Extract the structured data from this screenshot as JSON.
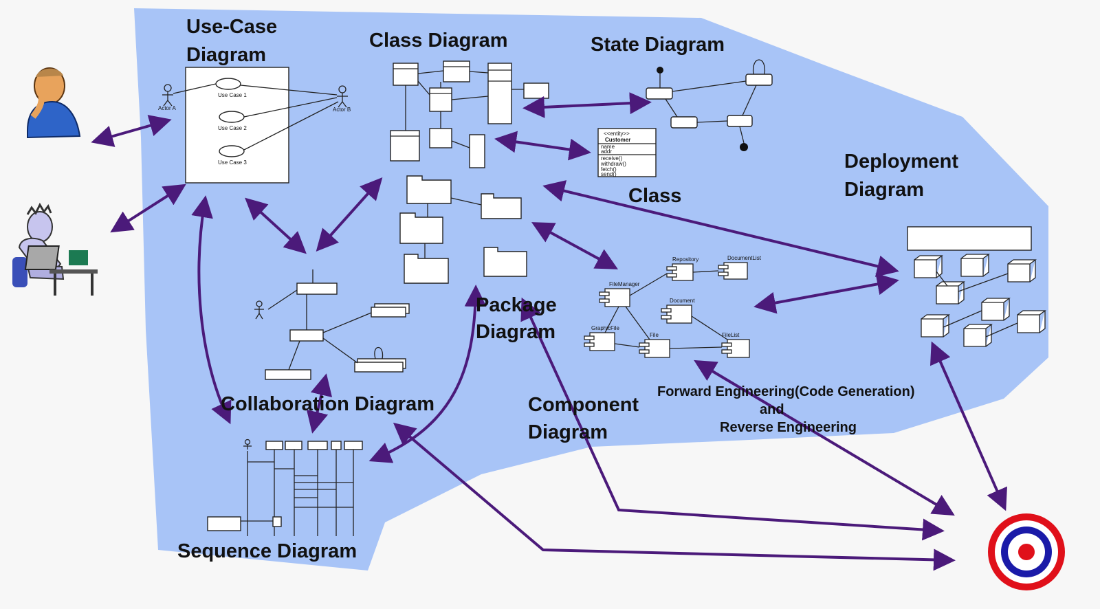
{
  "colors": {
    "region": "#a8c4f7",
    "arrow": "#4b1a7a",
    "target_red": "#e0101a",
    "target_blue": "#1a1aa8"
  },
  "labels": {
    "use_case": [
      "Use-Case",
      "Diagram"
    ],
    "class_diagram": "Class Diagram",
    "state": "State Diagram",
    "class": "Class",
    "deployment": [
      "Deployment",
      "Diagram"
    ],
    "package": [
      "Package",
      "Diagram"
    ],
    "collaboration": "Collaboration Diagram",
    "component": [
      "Component",
      "Diagram"
    ],
    "sequence": "Sequence Diagram",
    "engineering": [
      "Forward Engineering(Code Generation)",
      "and",
      "Reverse Engineering"
    ]
  },
  "use_case_mini": {
    "actor_a": "Actor A",
    "actor_b": "Actor B",
    "cases": [
      "Use Case 1",
      "Use Case 2",
      "Use Case 3"
    ]
  },
  "class_mini": [
    "<<entity>>",
    "Customer",
    "name",
    "addr",
    "receive()",
    "withdraw()",
    "fetch()",
    "send()"
  ],
  "component_mini": [
    "Repository",
    "DocumentList",
    "FileManager",
    "Document",
    "GraphicFile",
    "File",
    "FileList"
  ],
  "icons": [
    "thinking-person-icon",
    "computer-user-icon",
    "target-icon"
  ]
}
